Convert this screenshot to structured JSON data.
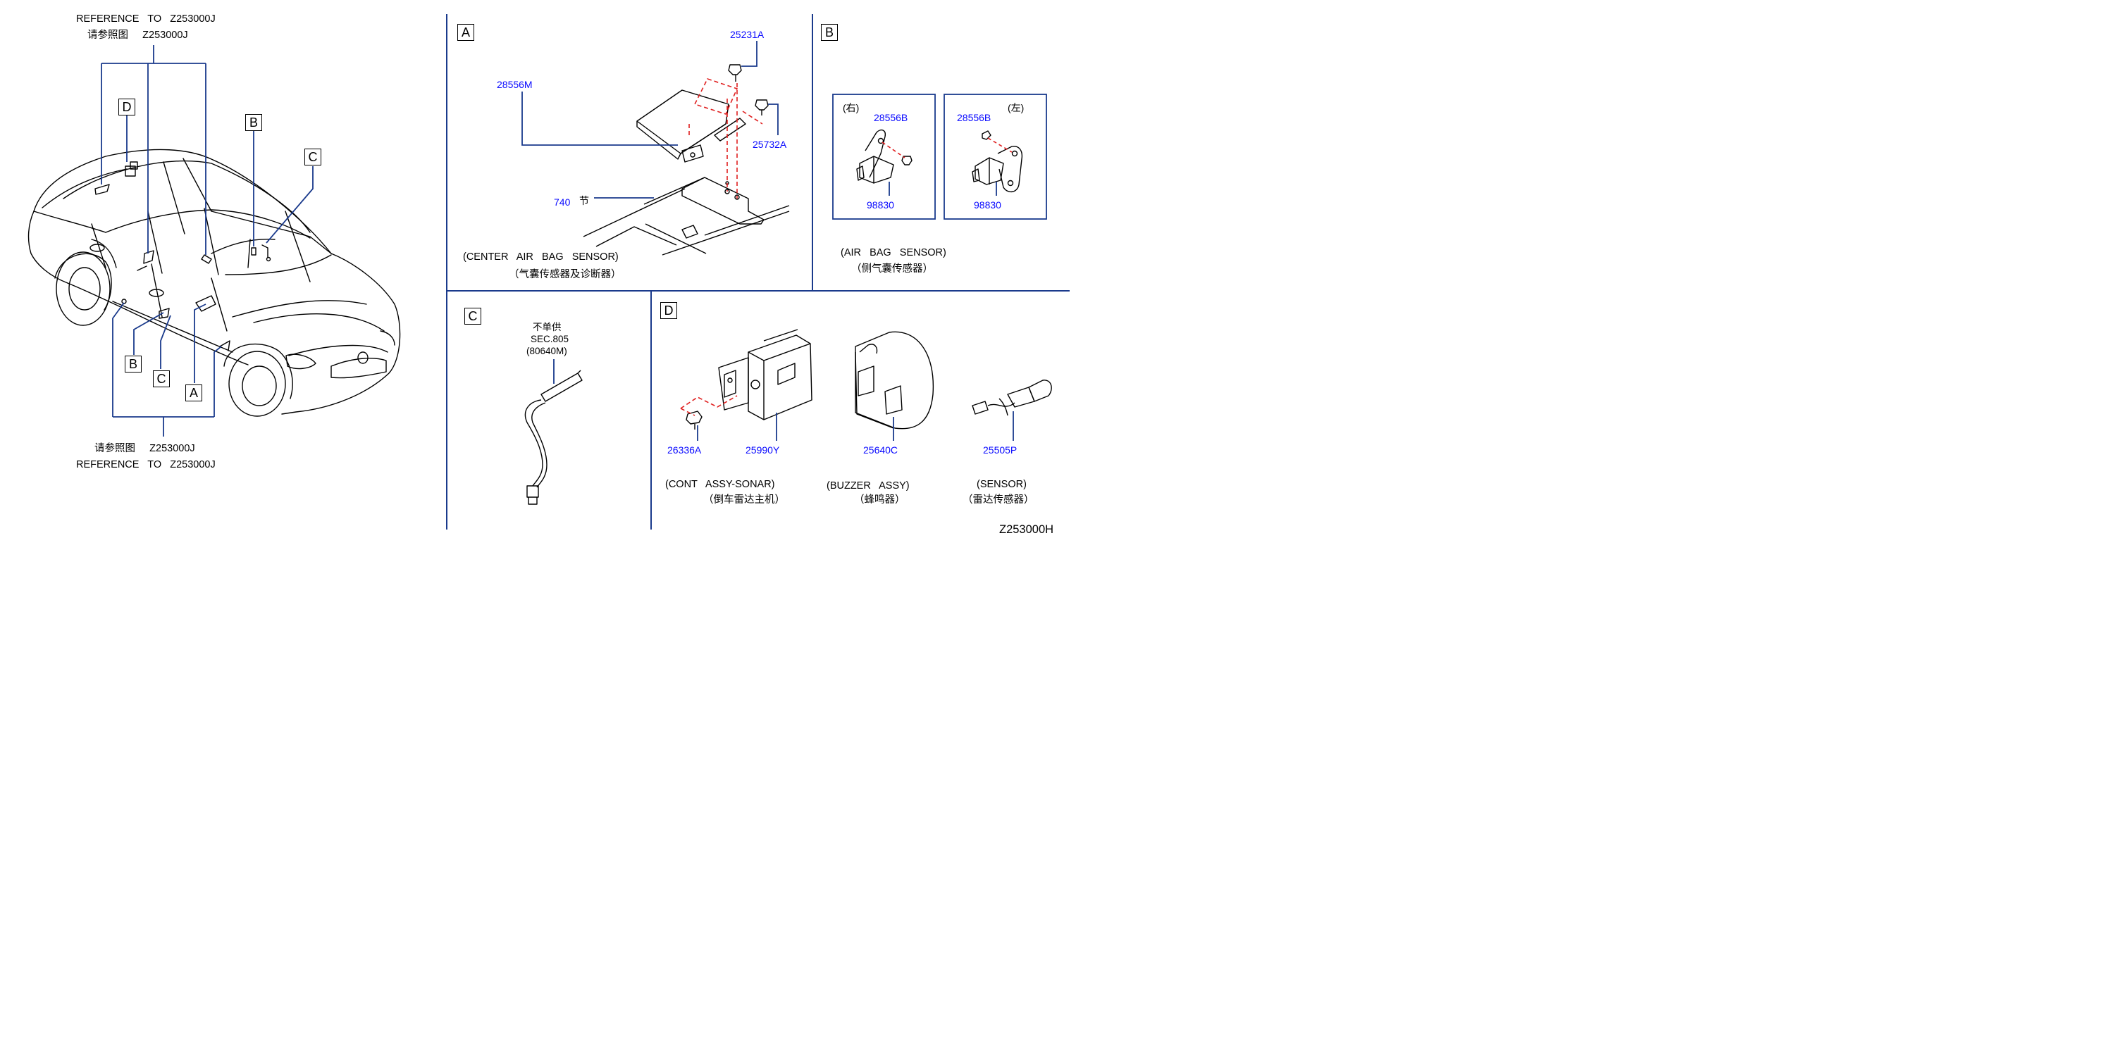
{
  "diagram_code": "Z253000H",
  "reference_top": {
    "line1": "REFERENCE   TO   Z253000J",
    "line2": "请参照图     Z253000J"
  },
  "reference_bottom": {
    "line1": "请参照图     Z253000J",
    "line2": "REFERENCE   TO   Z253000J"
  },
  "car_callouts": {
    "a": "A",
    "b": "B",
    "c": "C",
    "d": "D"
  },
  "panel_a": {
    "label": "A",
    "part_control_unit": "28556M",
    "part_bolt_top": "25231A",
    "part_bolt_right": "25732A",
    "ref_number": "740",
    "ref_section": "节",
    "caption_en": "(CENTER   AIR   BAG   SENSOR)",
    "caption_cn": "（气囊传感器及诊断器）"
  },
  "panel_b": {
    "label": "B",
    "right_side_label": "(右)",
    "left_side_label": "(左)",
    "right_part_top": "28556B",
    "right_part_bottom": "98830",
    "left_part_top": "28556B",
    "left_part_bottom": "98830",
    "caption_en": "(AIR   BAG   SENSOR)",
    "caption_cn": "（侧气囊传感器）"
  },
  "panel_c": {
    "label": "C",
    "note1": "不单供",
    "note2": "SEC.805",
    "note3": "(80640M)"
  },
  "panel_d": {
    "label": "D",
    "part_screw": "26336A",
    "part_sonar": "25990Y",
    "part_buzzer": "25640C",
    "part_sensor": "25505P",
    "caption_sonar_en": "(CONT   ASSY-SONAR)",
    "caption_sonar_cn": "（倒车雷达主机）",
    "caption_buzzer_en": "(BUZZER   ASSY)",
    "caption_buzzer_cn": "（蜂鸣器）",
    "caption_sensor_en": "(SENSOR)",
    "caption_sensor_cn": "（雷达传感器）"
  }
}
